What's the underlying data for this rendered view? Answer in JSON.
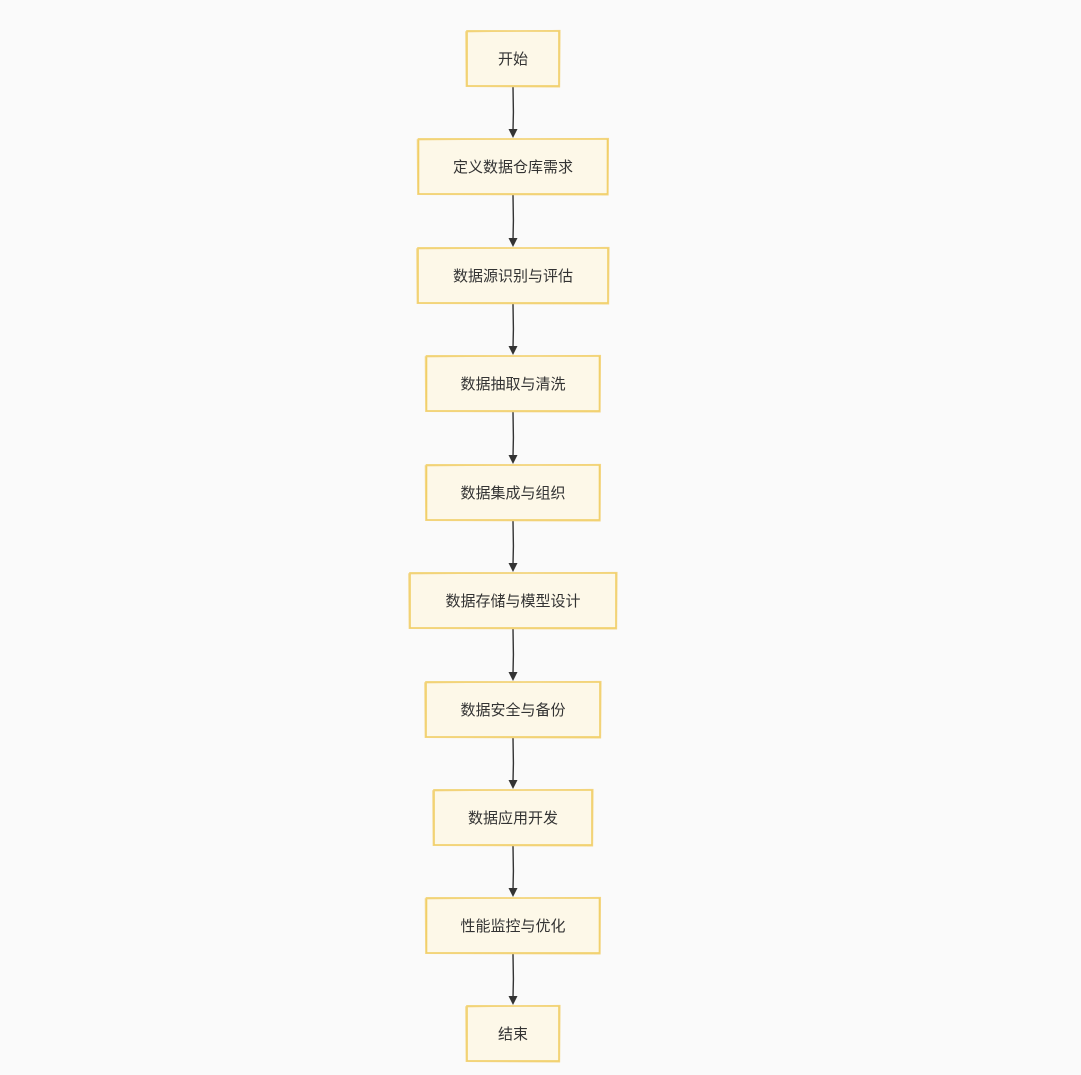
{
  "diagram": {
    "type": "flowchart",
    "colors": {
      "background": "#fafafa",
      "node_fill": "#fdf8e8",
      "node_stroke": "#f1cf66",
      "edge": "#333333",
      "text": "#333333"
    },
    "nodes": [
      {
        "id": "start",
        "label": "开始"
      },
      {
        "id": "define",
        "label": "定义数据仓库需求"
      },
      {
        "id": "source",
        "label": "数据源识别与评估"
      },
      {
        "id": "extract",
        "label": "数据抽取与清洗"
      },
      {
        "id": "integrate",
        "label": "数据集成与组织"
      },
      {
        "id": "storage",
        "label": "数据存储与模型设计"
      },
      {
        "id": "security",
        "label": "数据安全与备份"
      },
      {
        "id": "appdev",
        "label": "数据应用开发"
      },
      {
        "id": "monitor",
        "label": "性能监控与优化"
      },
      {
        "id": "end",
        "label": "结束"
      }
    ],
    "edges": [
      {
        "from": "start",
        "to": "define"
      },
      {
        "from": "define",
        "to": "source"
      },
      {
        "from": "source",
        "to": "extract"
      },
      {
        "from": "extract",
        "to": "integrate"
      },
      {
        "from": "integrate",
        "to": "storage"
      },
      {
        "from": "storage",
        "to": "security"
      },
      {
        "from": "security",
        "to": "appdev"
      },
      {
        "from": "appdev",
        "to": "monitor"
      },
      {
        "from": "monitor",
        "to": "end"
      }
    ]
  }
}
